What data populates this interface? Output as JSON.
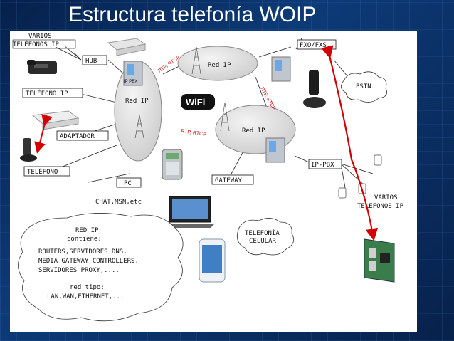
{
  "slide_title": "Estructura  telefonía WOIP",
  "labels": {
    "varios_tel_left_1": "VARIOS",
    "varios_tel_left_2": "TELÉFONOS IP",
    "hub": "HUB",
    "telefono_ip": "TELÉFONO IP",
    "adaptador": "ADAPTADOR",
    "telefono": "TELÉFONO",
    "pc": "PC",
    "chat": "CHAT,MSN,etc",
    "gateway": "GATEWAY",
    "fxo_fxs": "FXO/FXS",
    "pstn": "PSTN",
    "ip_pbx": "IP-PBX",
    "varios_tel_right_1": "VARIOS",
    "varios_tel_right_2": "TELEFONOS IP",
    "tel_celular_1": "TELEFONÍA",
    "tel_celular_2": "CELULAR",
    "wifi": "WiFi"
  },
  "networks": {
    "red_ip_left": "Red IP",
    "red_ip_top": "Red IP",
    "red_ip_right": "Red IP",
    "ip_pbx_device": "IP PBX"
  },
  "protocols": {
    "rtp_top": "RTP, RTCP",
    "rtp_right": "RTP, RTCP",
    "rtp_mid": "RTP, RTCP"
  },
  "cloud": {
    "line1": "RED IP",
    "line2": "contiene:",
    "line3": "ROUTERS,SERVIDORES DNS,",
    "line4": "MEDIA GATEWAY CONTROLLERS,",
    "line5": "SERVIDORES PROXY,....",
    "line6": "red tipo:",
    "line7": "LAN,WAN,ETHERNET,..."
  },
  "colors": {
    "accent_red": "#d40000",
    "network_gray": "#d9d9d9",
    "background_blue": "#0b2a55"
  }
}
